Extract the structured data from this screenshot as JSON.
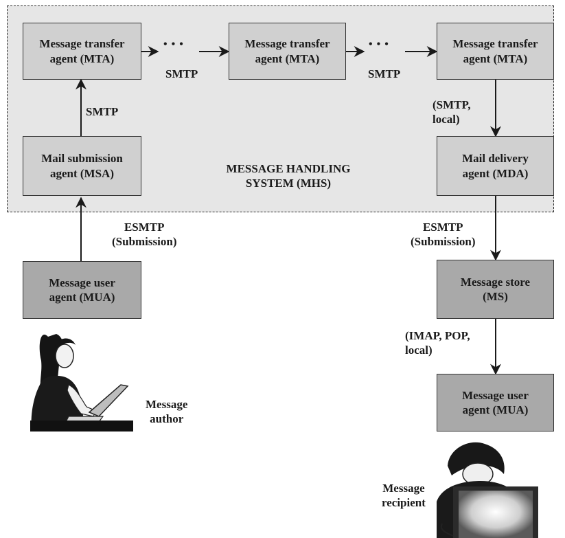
{
  "diagram": {
    "region_label": "MESSAGE HANDLING SYSTEM (MHS)",
    "region_label_line1": "MESSAGE HANDLING",
    "region_label_line2": "SYSTEM (MHS)",
    "boxes": {
      "mta1": {
        "line1": "Message transfer",
        "line2": "agent (MTA)"
      },
      "mta2": {
        "line1": "Message transfer",
        "line2": "agent (MTA)"
      },
      "mta3": {
        "line1": "Message transfer",
        "line2": "agent (MTA)"
      },
      "msa": {
        "line1": "Mail submission",
        "line2": "agent (MSA)"
      },
      "mda": {
        "line1": "Mail delivery",
        "line2": "agent (MDA)"
      },
      "mua_author": {
        "line1": "Message user",
        "line2": "agent (MUA)"
      },
      "ms": {
        "line1": "Message store",
        "line2": "(MS)"
      },
      "mua_recipient": {
        "line1": "Message user",
        "line2": "agent (MUA)"
      }
    },
    "edges": {
      "mta1_mta2": "SMTP",
      "mta2_mta3": "SMTP",
      "msa_mta1": "SMTP",
      "mta3_mda": {
        "line1": "(SMTP,",
        "line2": "local)"
      },
      "mua_msa": {
        "line1": "ESMTP",
        "line2": "(Submission)"
      },
      "mda_ms": {
        "line1": "ESMTP",
        "line2": "(Submission)"
      },
      "ms_mua": {
        "line1": "(IMAP, POP,",
        "line2": "local)"
      }
    },
    "ellipsis": "• • •",
    "actors": {
      "author": {
        "line1": "Message",
        "line2": "author"
      },
      "recipient": {
        "line1": "Message",
        "line2": "recipient"
      }
    }
  }
}
